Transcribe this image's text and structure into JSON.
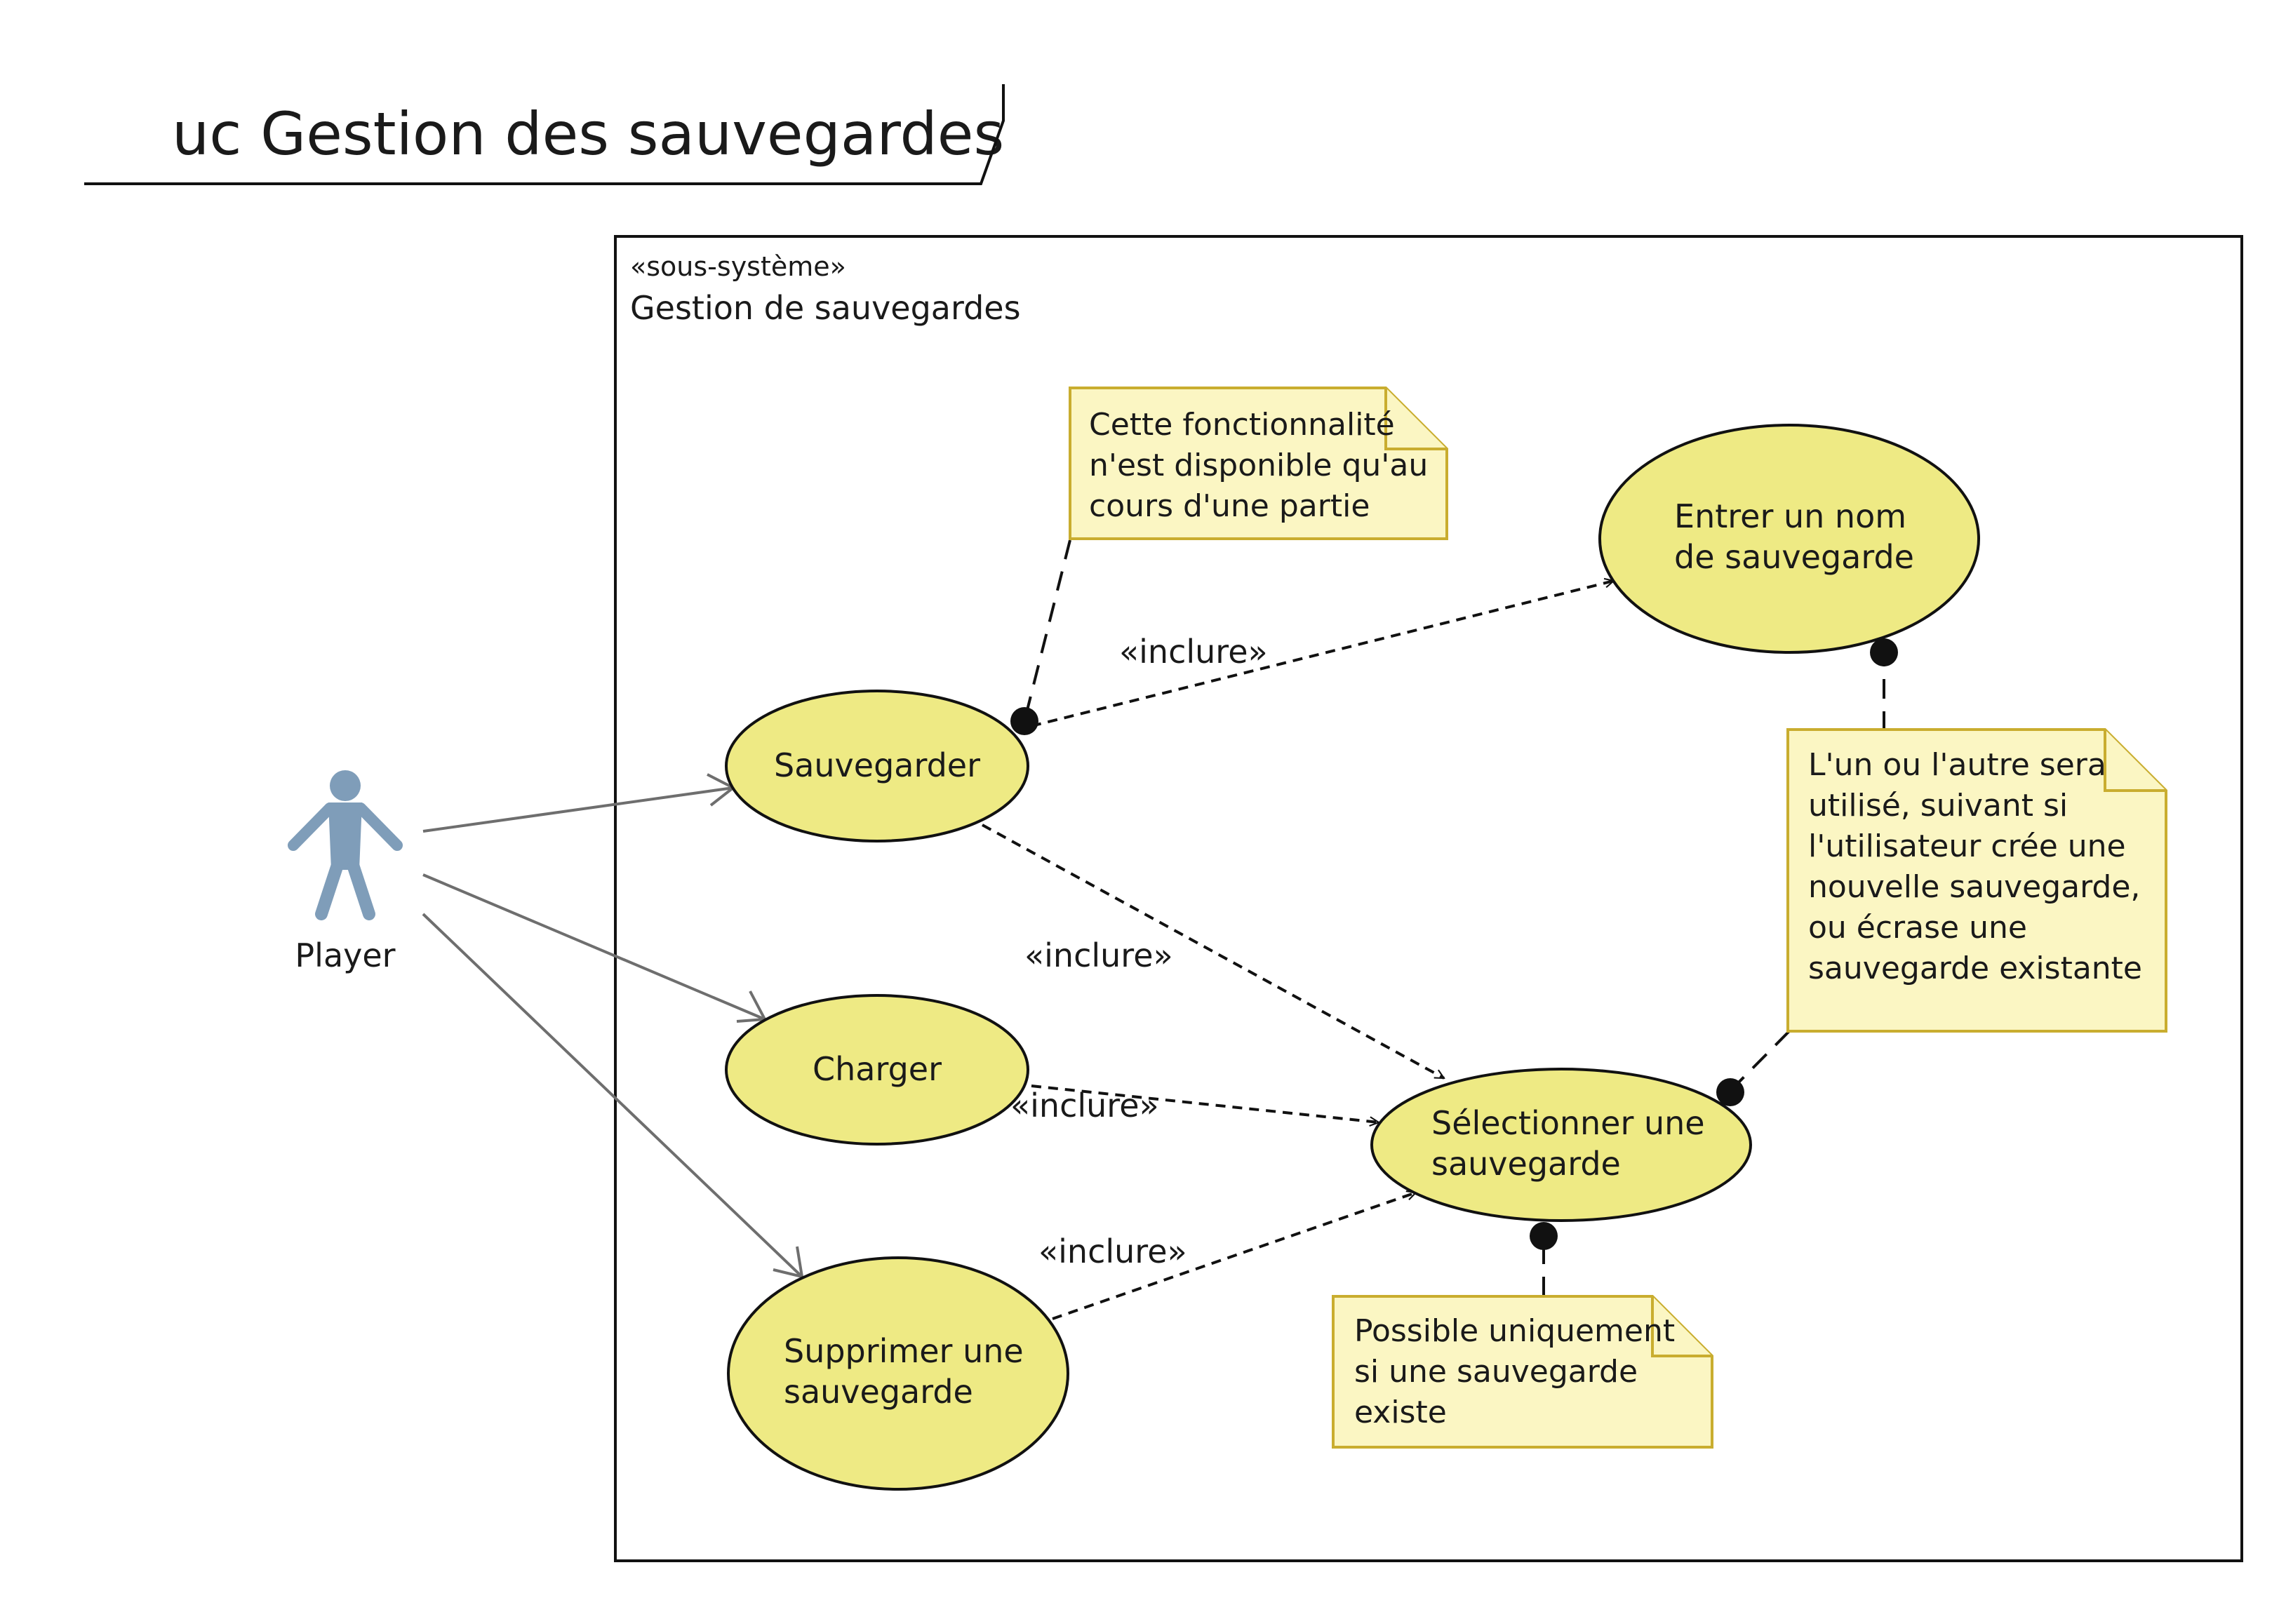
{
  "frame": {
    "title": "uc Gestion des sauvegardes"
  },
  "subsystem": {
    "stereotype": "«sous-système»",
    "name": "Gestion de sauvegardes"
  },
  "actor": {
    "name": "Player",
    "icon": "stick-figure-icon"
  },
  "use_cases": {
    "sauvegarder": {
      "lines": [
        "Sauvegarder"
      ]
    },
    "charger": {
      "lines": [
        "Charger"
      ]
    },
    "supprimer": {
      "lines": [
        "Supprimer une",
        "sauvegarde"
      ]
    },
    "entrer_nom": {
      "lines": [
        "Entrer un nom",
        "de sauvegarde"
      ]
    },
    "selectionner": {
      "lines": [
        "Sélectionner une",
        "sauvegarde"
      ]
    }
  },
  "relations": {
    "include_label": "«inclure»"
  },
  "notes": {
    "note_partie": {
      "lines": [
        "Cette fonctionnalité",
        "n'est disponible qu'au",
        "cours d'une partie"
      ]
    },
    "note_choix": {
      "lines": [
        "L'un ou l'autre sera",
        "utilisé, suivant si",
        "l'utilisateur crée une",
        "nouvelle sauvegarde,",
        "ou écrase une",
        "sauvegarde existante"
      ]
    },
    "note_existe": {
      "lines": [
        "Possible uniquement",
        "si une sauvegarde",
        "existe"
      ]
    }
  },
  "colors": {
    "use_case_fill": "#eeea84",
    "note_fill": "#fbf6c3",
    "note_border": "#c9ad2f",
    "actor": "#7f9db9"
  }
}
